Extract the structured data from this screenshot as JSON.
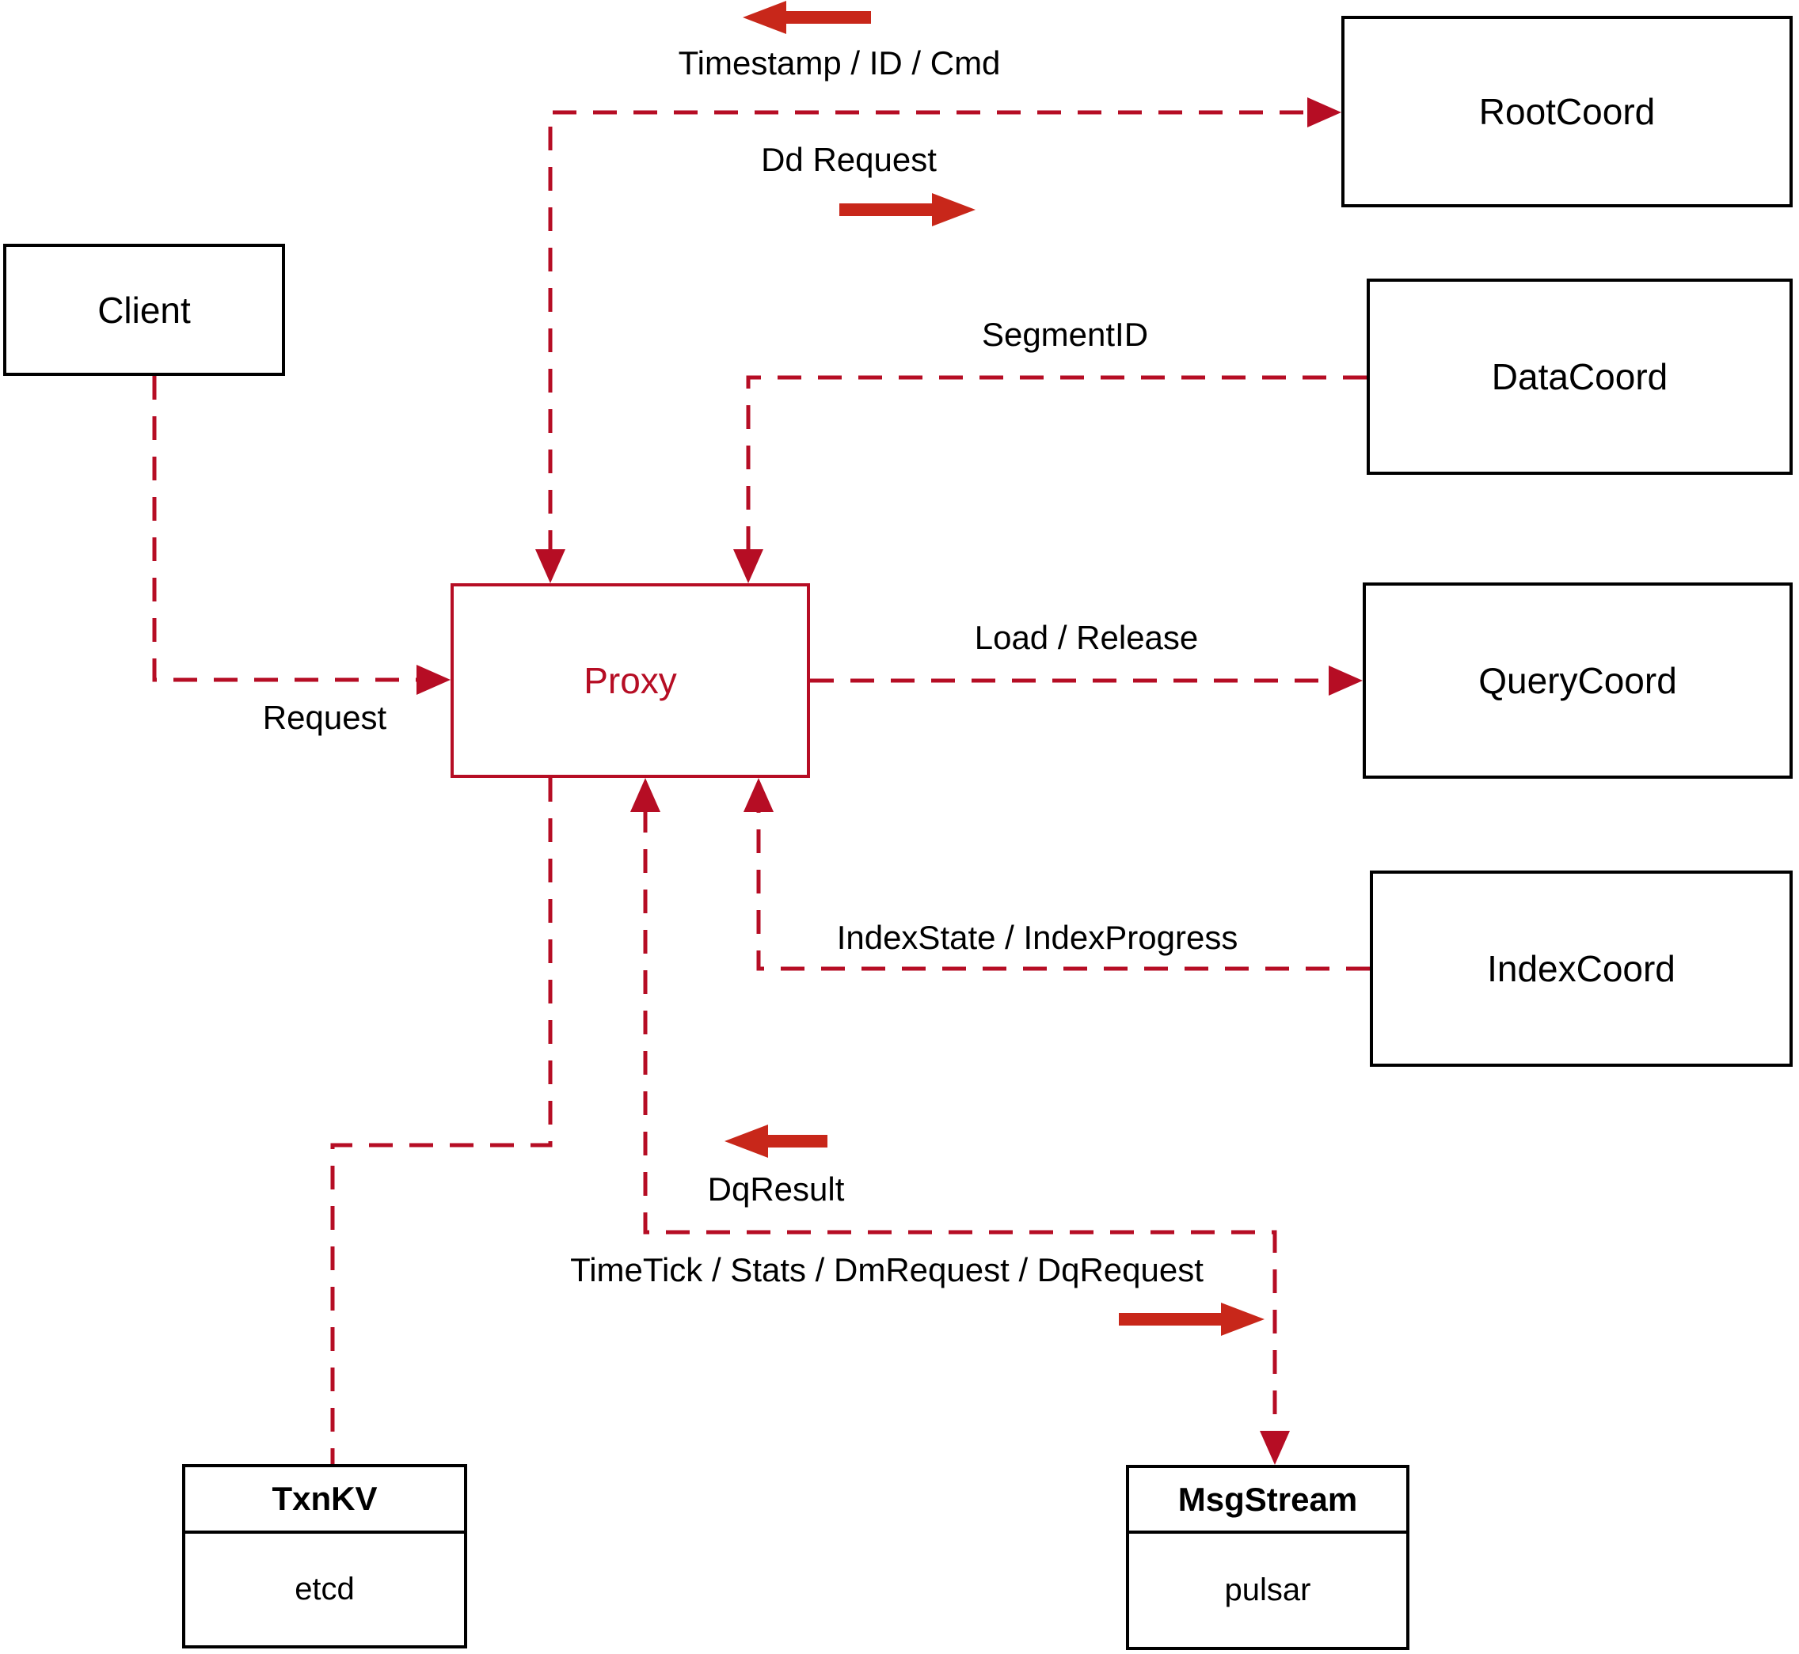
{
  "diagram": {
    "title": "Milvus proxy interaction diagram",
    "colors": {
      "dashed_edge": "#b60d24",
      "solid_arrow": "#c8271a",
      "box_border": "#000000",
      "proxy_accent": "#b60d24"
    },
    "nodes": {
      "client": {
        "label": "Client"
      },
      "proxy": {
        "label": "Proxy"
      },
      "root_coord": {
        "label": "RootCoord"
      },
      "data_coord": {
        "label": "DataCoord"
      },
      "query_coord": {
        "label": "QueryCoord"
      },
      "index_coord": {
        "label": "IndexCoord"
      },
      "txn_kv": {
        "title": "TxnKV",
        "impl": "etcd"
      },
      "msg_stream": {
        "title": "MsgStream",
        "impl": "pulsar"
      }
    },
    "edge_labels": {
      "timestamp": "Timestamp / ID / Cmd",
      "dd_request": "Dd Request",
      "segment_id": "SegmentID",
      "load_release": "Load / Release",
      "index_state": "IndexState / IndexProgress",
      "dq_result": "DqResult",
      "timetick": "TimeTick / Stats / DmRequest / DqRequest",
      "request": "Request"
    },
    "edges": [
      {
        "from": "proxy",
        "to": "root_coord",
        "labels": [
          "Timestamp / ID / Cmd",
          "Dd Request"
        ],
        "style": "dashed",
        "arrows": "both"
      },
      {
        "from": "data_coord",
        "to": "proxy",
        "labels": [
          "SegmentID"
        ],
        "style": "dashed",
        "arrows": "to"
      },
      {
        "from": "client",
        "to": "proxy",
        "labels": [
          "Request"
        ],
        "style": "dashed",
        "arrows": "to"
      },
      {
        "from": "proxy",
        "to": "query_coord",
        "labels": [
          "Load / Release"
        ],
        "style": "dashed",
        "arrows": "to"
      },
      {
        "from": "index_coord",
        "to": "proxy",
        "labels": [
          "IndexState / IndexProgress"
        ],
        "style": "dashed",
        "arrows": "to"
      },
      {
        "from": "msg_stream",
        "to": "proxy",
        "labels": [
          "DqResult",
          "TimeTick / Stats / DmRequest / DqRequest"
        ],
        "style": "dashed",
        "arrows": "both"
      },
      {
        "from": "proxy",
        "to": "txn_kv",
        "labels": [],
        "style": "dashed",
        "arrows": "none"
      }
    ]
  }
}
